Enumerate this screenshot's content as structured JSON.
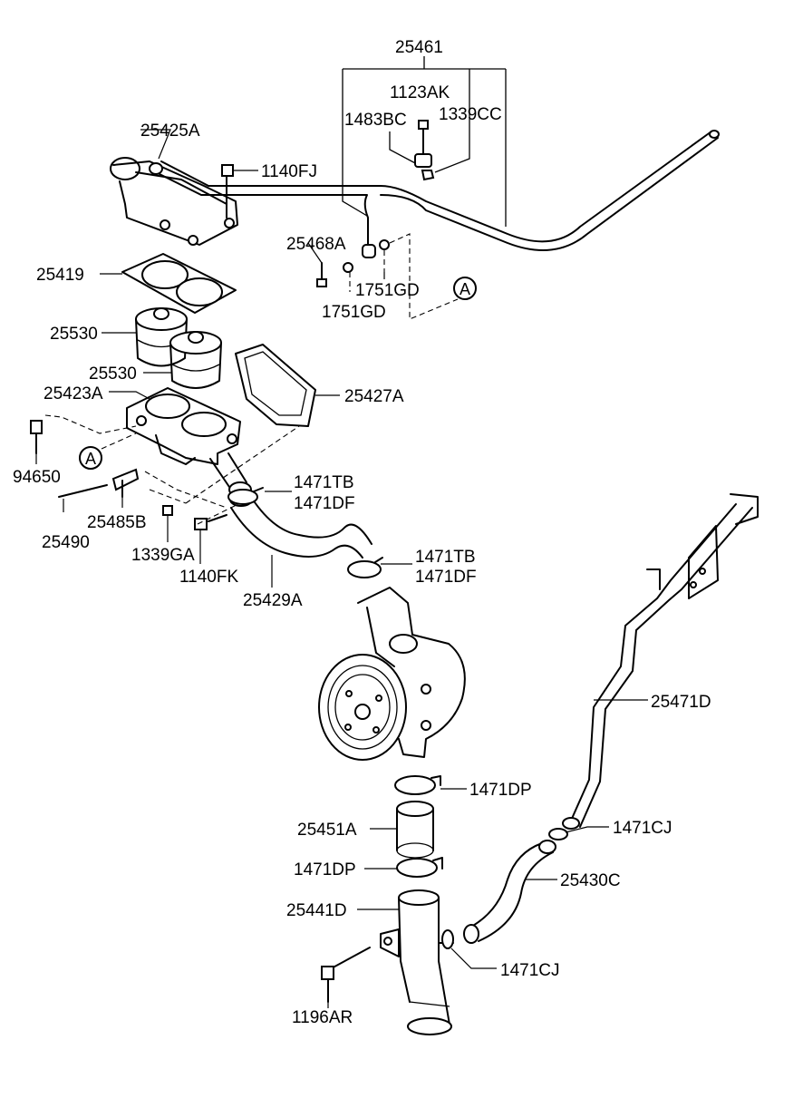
{
  "labels": {
    "p25461": "25461",
    "p1123AK": "1123AK",
    "p1483BC": "1483BC",
    "p1339CC": "1339CC",
    "p25425A": "25425A",
    "p1140FJ": "1140FJ",
    "p25468A": "25468A",
    "p25419": "25419",
    "p1751GD_a": "1751GD",
    "p1751GD_b": "1751GD",
    "p25530_a": "25530",
    "p25530_b": "25530",
    "p25423A": "25423A",
    "p25427A": "25427A",
    "p94650": "94650",
    "p1471TB_a": "1471TB",
    "p1471DF_a": "1471DF",
    "p25490": "25490",
    "p25485B": "25485B",
    "p1339GA": "1339GA",
    "p1140FK": "1140FK",
    "p25429A": "25429A",
    "p1471TB_b": "1471TB",
    "p1471DF_b": "1471DF",
    "p25471D": "25471D",
    "p1471DP_a": "1471DP",
    "p25451A": "25451A",
    "p1471CJ_a": "1471CJ",
    "p1471DP_b": "1471DP",
    "p25430C": "25430C",
    "p25441D": "25441D",
    "p1471CJ_b": "1471CJ",
    "p1196AR": "1196AR"
  },
  "callouts": {
    "a1": "A",
    "a2": "A"
  }
}
